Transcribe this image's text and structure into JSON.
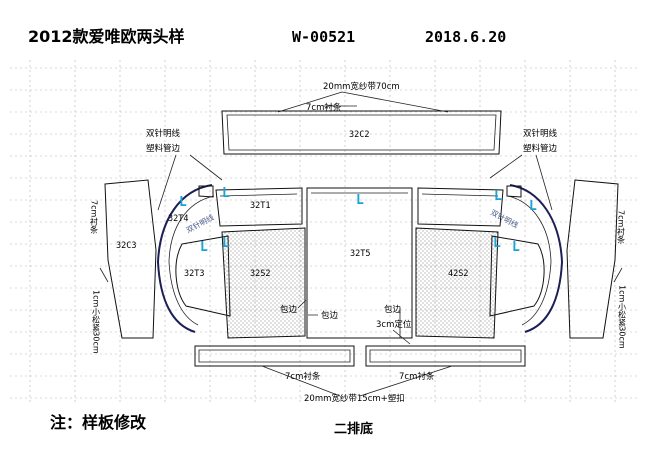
{
  "header": {
    "title": "2012款爱唯欧两头样",
    "code": "W-00521",
    "date": "2018.6.20"
  },
  "annotations": {
    "top_strap": "20mm宽纱带70cm",
    "top_lining": "7cm衬条",
    "left_seam_1": "双针明线",
    "left_seam_2": "塑料管边",
    "right_seam_1": "双针明线",
    "right_seam_2": "塑料管边",
    "left_vertical_lining": "7cm衬条",
    "right_vertical_lining": "7cm衬条",
    "left_vertical_elastic": "1cm小松紧30cm",
    "right_vertical_elastic": "1cm小松紧30cm",
    "curve_left_seam": "双针明线",
    "curve_right_seam": "双针明线",
    "wrap_1": "包边",
    "wrap_2": "包边",
    "wrap_3": "包边",
    "positioning": "3cm定位",
    "bottom_lining_left": "7cm衬条",
    "bottom_lining_right": "7cm衬条",
    "bottom_strap": "20mm宽纱带15cm+塑扣"
  },
  "pieces": {
    "p32C2": "32C2",
    "p32C3": "32C3",
    "p32T4": "32T4",
    "p32T1": "32T1",
    "p32T5": "32T5",
    "p32T3": "32T3",
    "p32S2": "32S2",
    "p42S2": "42S2"
  },
  "markers": {
    "L": "L"
  },
  "footer": {
    "note": "注：样板修改",
    "caption": "二排底"
  }
}
